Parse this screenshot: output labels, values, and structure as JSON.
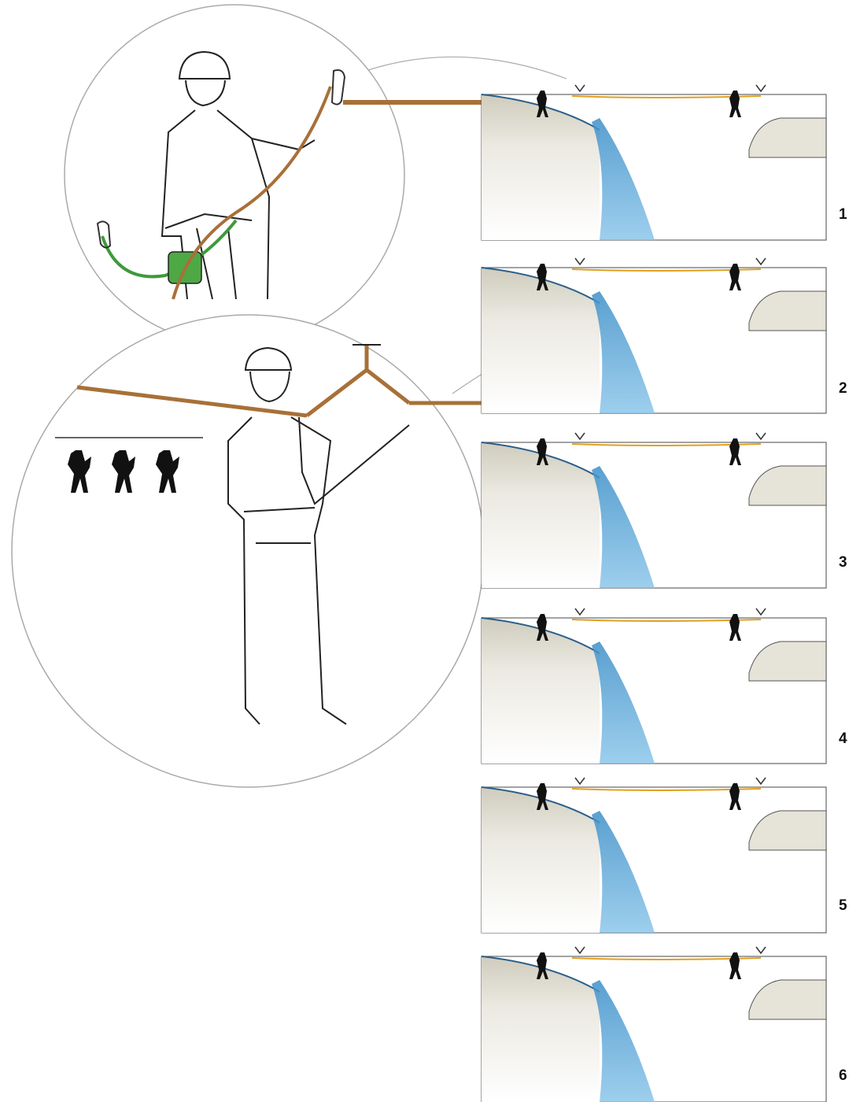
{
  "steps": [
    "1",
    "2",
    "3",
    "4",
    "5",
    "6"
  ],
  "colors": {
    "rope": "#b07840",
    "rope_yellow": "#e0a020",
    "water": "#5fa8d6",
    "rock": "#d9d6c8",
    "sling": "#3f9a3a",
    "ink": "#111111",
    "line": "#999999"
  },
  "icons": [
    "climber-with-helmet-icon",
    "zipline-climber-icon",
    "carabiner-icon",
    "rope-bag-icon",
    "waterfall-icon",
    "rappelling-person-icon"
  ]
}
